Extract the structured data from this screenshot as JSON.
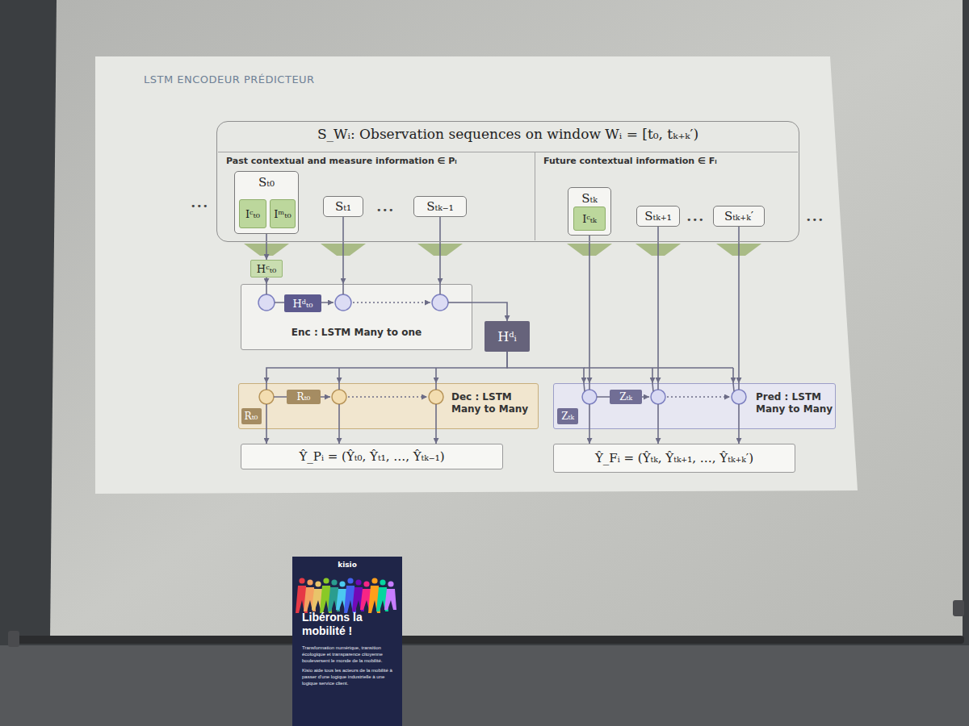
{
  "diagram": {
    "title": "LSTM ENCODEUR PRÉDICTEUR",
    "nodes": [
      {
        "text": [
          "S_Wᵢ: Observation sequences on window Wᵢ = [t₀, tₖ₊ₖ′)"
        ]
      },
      {
        "text": [
          "Past contextual and measure information ∈ Pᵢ"
        ],
        "in": 0
      },
      {
        "text": [
          "Sₜ₀"
        ],
        "in": 1
      },
      {
        "text": [
          "Iᶜₜ₀"
        ],
        "in": 2
      },
      {
        "text": [
          "Iᵐₜ₀"
        ],
        "in": 2
      },
      {
        "text": [
          "Sₜ₁"
        ],
        "in": 1
      },
      {
        "text": [
          "Sₜₖ₋₁"
        ],
        "in": 1
      },
      {
        "text": [
          "Future contextual information ∈ Fᵢ"
        ],
        "in": 0
      },
      {
        "text": [
          "Sₜₖ"
        ],
        "in": 7
      },
      {
        "text": [
          "Iᶜₜₖ"
        ],
        "in": 8
      },
      {
        "text": [
          "Sₜₖ₊₁"
        ],
        "in": 7
      },
      {
        "text": [
          "Sₜₖ₊ₖ′"
        ],
        "in": 7
      },
      {
        "text": [
          "Hᶜₜ₀"
        ]
      },
      {
        "text": [
          "Enc : LSTM Many to one"
        ]
      },
      {
        "text": [
          "Hᵈₜ₀"
        ],
        "in": 13
      },
      {
        "text": [
          "Hᵈᵢ"
        ]
      },
      {
        "text": [
          "Dec : LSTM Many to Many"
        ]
      },
      {
        "text": [
          "Rₜ₀"
        ],
        "in": 16
      },
      {
        "text": [
          "Rₜ₀"
        ],
        "in": 16
      },
      {
        "text": [
          "Pred : LSTM Many to Many"
        ]
      },
      {
        "text": [
          "Zₜₖ"
        ],
        "in": 19
      },
      {
        "text": [
          "Zₜₖ"
        ],
        "in": 19
      },
      {
        "text": [
          "Ŷ_Pᵢ = (Ŷₜ₀, Ŷₜ₁, …, Ŷₜₖ₋₁)"
        ]
      },
      {
        "text": [
          "Ŷ_Fᵢ = (Ŷₜₖ, Ŷₜₖ₊₁, …, Ŷₜₖ₊ₖ′)"
        ]
      },
      {
        "text": [
          "kisio",
          "Libérons la mobilité !",
          "Transformation numérique, transition écologique et transparence citoyenne bouleversent le monde de la mobilité.",
          "Kisio aide tous les acteurs de la mobilité à passer d'une logique industrielle à une logique service client."
        ]
      }
    ],
    "edges": [
      {
        "from": 2,
        "to": 12,
        "arrow": "to"
      },
      {
        "from": 12,
        "to": 13,
        "arrow": "to"
      },
      {
        "from": 5,
        "to": 13,
        "arrow": "to"
      },
      {
        "from": 6,
        "to": 13,
        "arrow": "to"
      },
      {
        "from": 13,
        "to": 15,
        "arrow": "to"
      },
      {
        "from": 15,
        "to": 16,
        "arrow": "to"
      },
      {
        "from": 15,
        "to": 19,
        "arrow": "to"
      },
      {
        "from": 8,
        "to": 19,
        "arrow": "to"
      },
      {
        "from": 10,
        "to": 19,
        "arrow": "to"
      },
      {
        "from": 11,
        "to": 19,
        "arrow": "to"
      },
      {
        "from": 16,
        "to": 22,
        "arrow": "to"
      },
      {
        "from": 19,
        "to": 23,
        "arrow": "to"
      }
    ],
    "labels": [
      "•••",
      "•••",
      "•••",
      "•••"
    ]
  }
}
